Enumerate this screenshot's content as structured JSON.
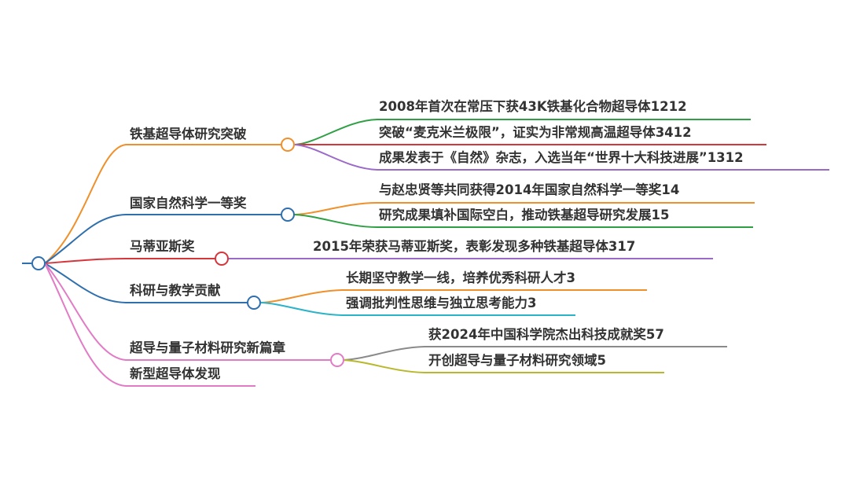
{
  "root": {
    "color": "#2f6fae"
  },
  "branches": [
    {
      "label": "铁基超导体研究突破",
      "color": "#f0902a",
      "children": [
        {
          "label": "2008年首次在常压下获43K铁基化合物超导体1212",
          "color": "#2ea043"
        },
        {
          "label": "突破“麦克米兰极限”，证实为非常规高温超导体3412",
          "color": "#d6363b"
        },
        {
          "label": "成果发表于《自然》杂志，入选当年“世界十大科技进展”1312",
          "color": "#9b6ac9"
        }
      ]
    },
    {
      "label": "国家自然科学一等奖",
      "color": "#2f6fae",
      "children": [
        {
          "label": "与赵忠贤等共同获得2014年国家自然科学一等奖14",
          "color": "#f0902a"
        },
        {
          "label": "研究成果填补国际空白，推动铁基超导研究发展15",
          "color": "#2ea043"
        }
      ]
    },
    {
      "label": "马蒂亚斯奖",
      "color": "#d6363b",
      "children": [
        {
          "label": "2015年荣获马蒂亚斯奖，表彰发现多种铁基超导体317",
          "color": "#9b6ac9"
        }
      ]
    },
    {
      "label": "科研与教学贡献",
      "color": "#2f6fae",
      "children": [
        {
          "label": "长期坚守教学一线，培养优秀科研人才3",
          "color": "#f0902a"
        },
        {
          "label": "强调批判性思维与独立思考能力3",
          "color": "#2bb3c8"
        }
      ]
    },
    {
      "label": "超导与量子材料研究新篇章",
      "color": "#e27bc6",
      "children": [
        {
          "label": "获2024年中国科学院杰出科技成就奖57",
          "color": "#8a8a8a"
        },
        {
          "label": "开创超导与量子材料研究领域5",
          "color": "#b8b82a"
        }
      ]
    },
    {
      "label": "新型超导体发现",
      "color": "#e27bc6",
      "children": []
    }
  ]
}
